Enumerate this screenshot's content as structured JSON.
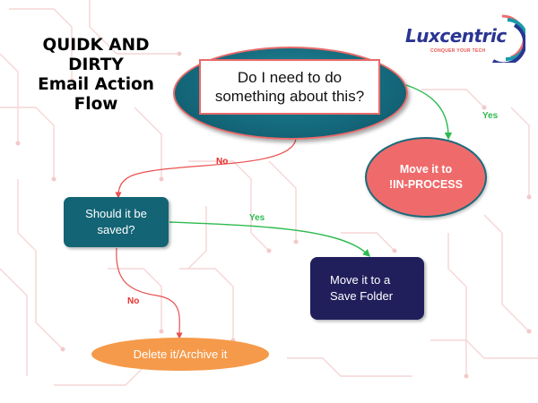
{
  "title": {
    "lines": [
      "QUIDK AND",
      "DIRTY",
      "Email Action",
      "Flow"
    ]
  },
  "logo": {
    "name": "Luxcentric",
    "tagline": "CONQUER YOUR TECH"
  },
  "colors": {
    "decision_border": "#e86a6a",
    "decision_fill": "#176f82",
    "inprocess_fill": "#ef6b6b",
    "saved_fill": "#136475",
    "save_folder_fill": "#201f5c",
    "delete_fill": "#f59a4a",
    "yes_edge": "#2cbb4f",
    "no_edge": "#e8504f"
  },
  "nodes": {
    "decision_main": {
      "lines": [
        "Do I need to do",
        "something about this?"
      ]
    },
    "inprocess": {
      "lines": [
        "Move it to",
        "!IN-PROCESS"
      ]
    },
    "should_save": {
      "lines": [
        "Should it be",
        "saved?"
      ]
    },
    "save_folder": {
      "lines": [
        "Move it to a",
        "Save Folder"
      ]
    },
    "delete": {
      "label": "Delete it/Archive it"
    }
  },
  "edges": [
    {
      "from": "decision_main",
      "to": "inprocess",
      "label": "Yes"
    },
    {
      "from": "decision_main",
      "to": "should_save",
      "label": "No"
    },
    {
      "from": "should_save",
      "to": "save_folder",
      "label": "Yes"
    },
    {
      "from": "should_save",
      "to": "delete",
      "label": "No"
    }
  ]
}
